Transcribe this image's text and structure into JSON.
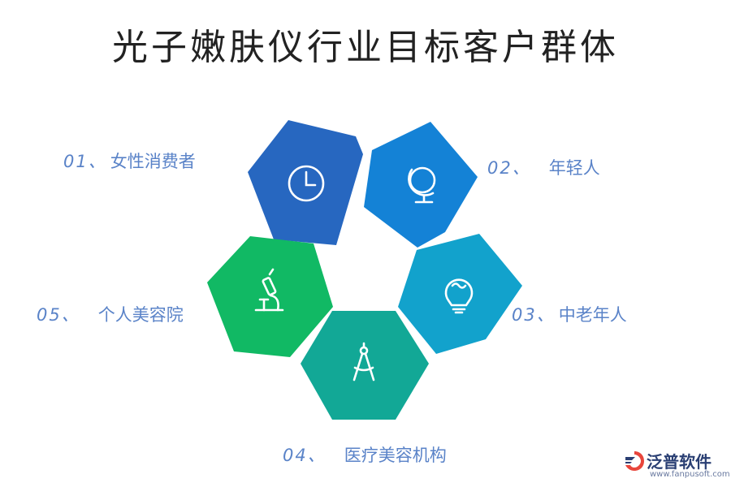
{
  "title": "光子嫩肤仪行业目标客户群体",
  "items": [
    {
      "num": "01、",
      "label": "女性消费者",
      "icon": "clock-icon",
      "color": "#2767c0"
    },
    {
      "num": "02、",
      "label": "年轻人",
      "icon": "globe-icon",
      "color": "#1482d6"
    },
    {
      "num": "03、",
      "label": "中老年人",
      "icon": "lightbulb-icon",
      "color": "#12a2cc"
    },
    {
      "num": "04、",
      "label": "医疗美容机构",
      "icon": "compass-icon",
      "color": "#12a896"
    },
    {
      "num": "05、",
      "label": "个人美容院",
      "icon": "microscope-icon",
      "color": "#11b964"
    }
  ],
  "brand": {
    "name": "泛普软件",
    "url": "www.fanpusoft.com",
    "logo": "fanpu-logo-icon"
  }
}
